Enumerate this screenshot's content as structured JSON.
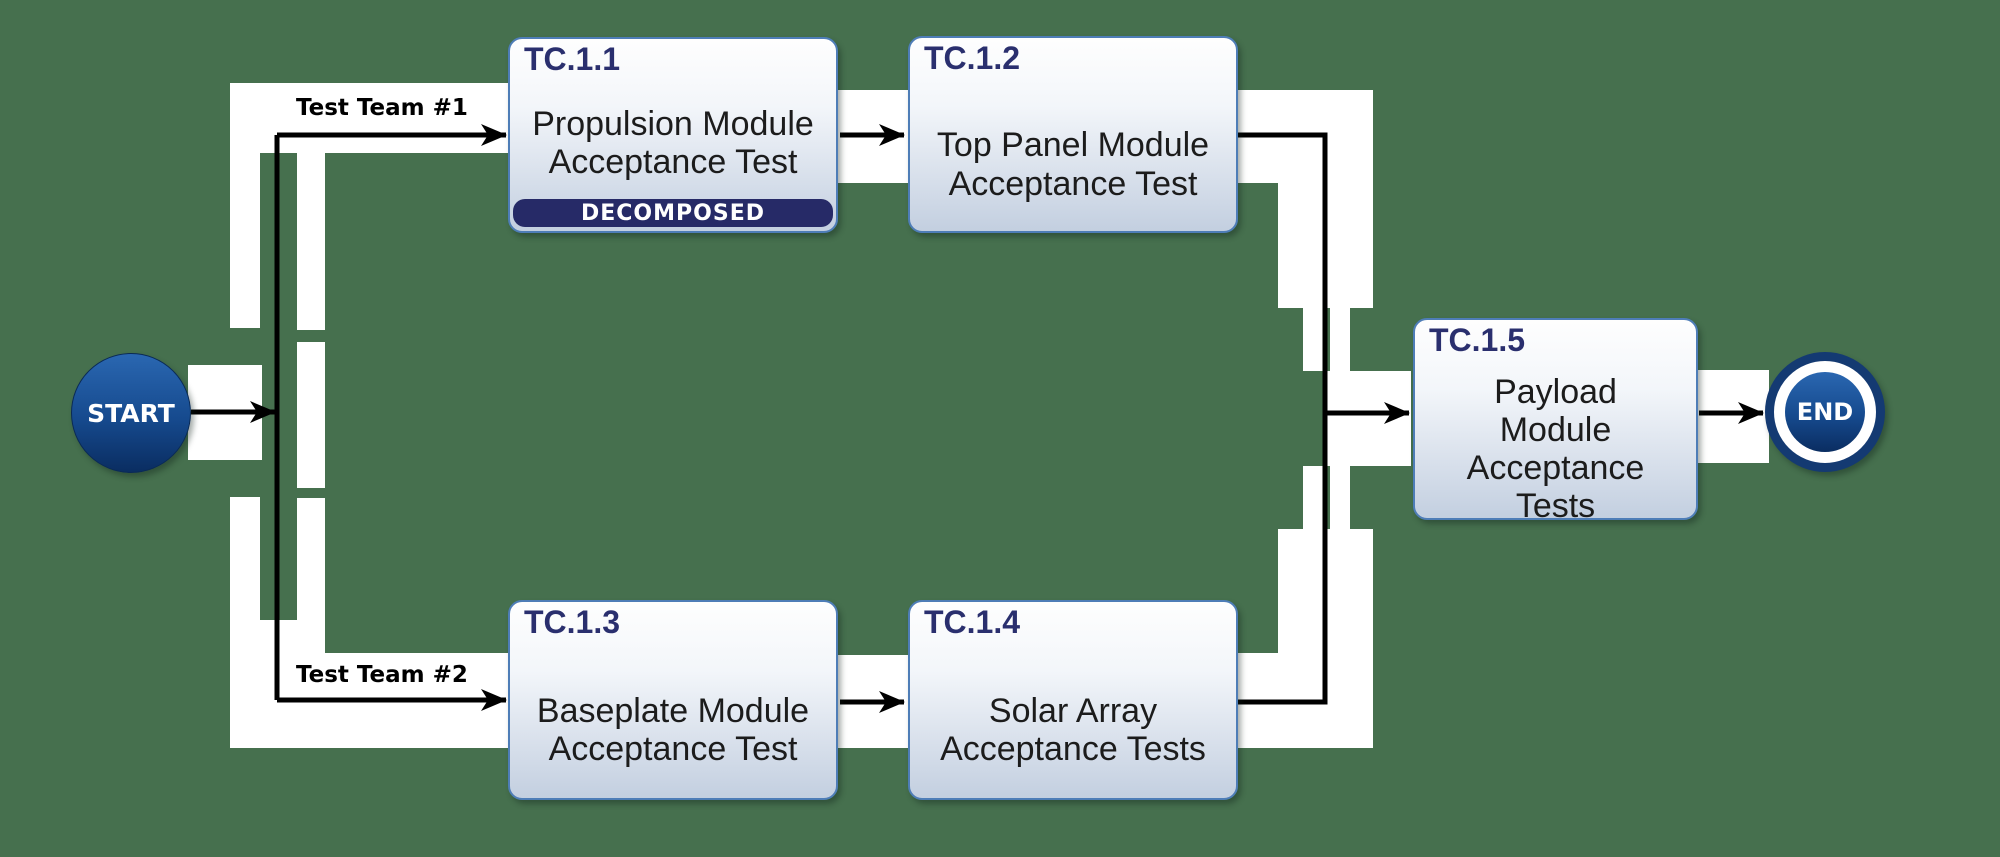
{
  "canvas": {
    "background_color": "#46704E",
    "lane_color": "#FFFFFF",
    "connector_color": "#000000"
  },
  "colors": {
    "box_border": "#4E7DB7",
    "box_gradient_top": "#FEFEFE",
    "box_gradient_bottom": "#C3CFE0",
    "title_navy": "#2A2F6E",
    "badge_background": "#262A67",
    "node_gradient_top": "#2A67B1",
    "node_gradient_bottom": "#0A2D61",
    "end_ring_navy": "#143A72"
  },
  "nodes": {
    "start": {
      "label": "START"
    },
    "end": {
      "label": "END"
    },
    "tasks": [
      {
        "id": "TC.1.1",
        "title": "Propulsion Module Acceptance Test",
        "badge": "DECOMPOSED"
      },
      {
        "id": "TC.1.2",
        "title": "Top Panel Module Acceptance Test"
      },
      {
        "id": "TC.1.3",
        "title": "Baseplate Module Acceptance Test"
      },
      {
        "id": "TC.1.4",
        "title": "Solar Array Acceptance Tests"
      },
      {
        "id": "TC.1.5",
        "title": "Payload Module Acceptance Tests"
      }
    ]
  },
  "edges": {
    "branch1_label": "Test Team #1",
    "branch2_label": "Test Team #2"
  }
}
